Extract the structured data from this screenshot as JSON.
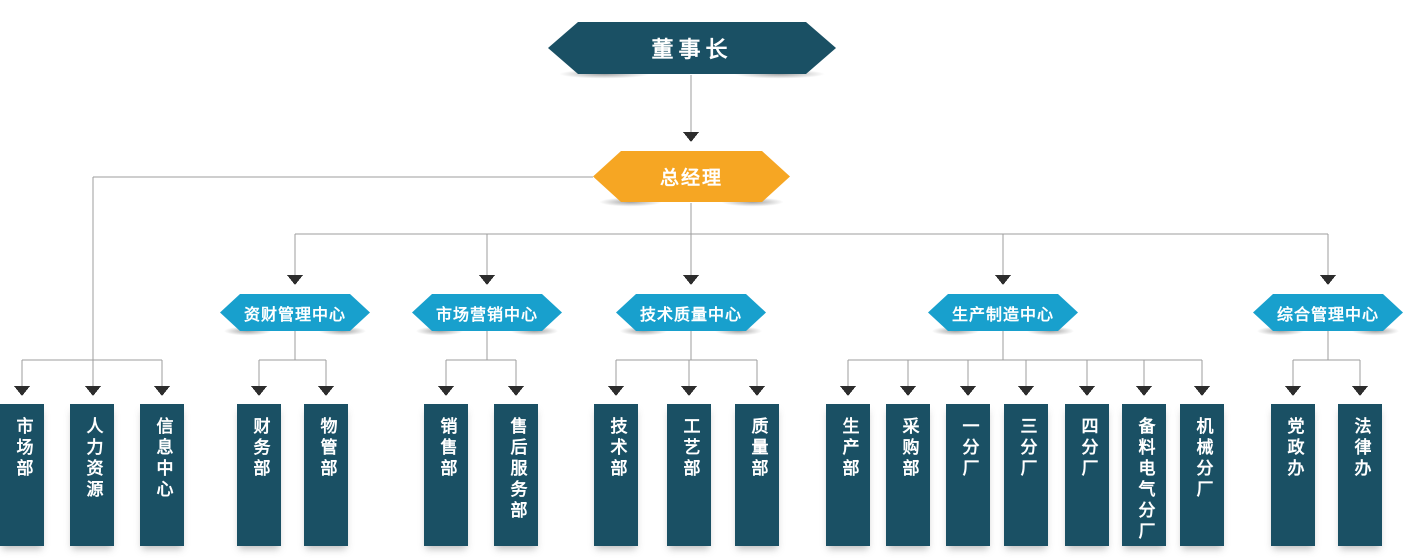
{
  "org": {
    "chairman": {
      "label": "董事长"
    },
    "general_manager": {
      "label": "总经理"
    },
    "gm_departments": [
      {
        "label": "市场部"
      },
      {
        "label": "人力资源"
      },
      {
        "label": "信息中心"
      }
    ],
    "centers": [
      {
        "label": "资财管理中心",
        "departments": [
          {
            "label": "财务部"
          },
          {
            "label": "物管部"
          }
        ]
      },
      {
        "label": "市场营销中心",
        "departments": [
          {
            "label": "销售部"
          },
          {
            "label": "售后服务部"
          }
        ]
      },
      {
        "label": "技术质量中心",
        "departments": [
          {
            "label": "技术部"
          },
          {
            "label": "工艺部"
          },
          {
            "label": "质量部"
          }
        ]
      },
      {
        "label": "生产制造中心",
        "departments": [
          {
            "label": "生产部"
          },
          {
            "label": "采购部"
          },
          {
            "label": "一分厂"
          },
          {
            "label": "三分厂"
          },
          {
            "label": "四分厂"
          },
          {
            "label": "备料电气分厂"
          },
          {
            "label": "机械分厂"
          }
        ]
      },
      {
        "label": "综合管理中心",
        "departments": [
          {
            "label": "党政办"
          },
          {
            "label": "法律办"
          }
        ]
      }
    ]
  },
  "colors": {
    "node_dark_teal": "#1a5064",
    "node_orange": "#f6a623",
    "node_blue": "#18a0cd",
    "connector_line": "#9e9e9e",
    "arrowhead": "#2d2d2d",
    "node_text": "#ffffff",
    "background": "#ffffff"
  }
}
